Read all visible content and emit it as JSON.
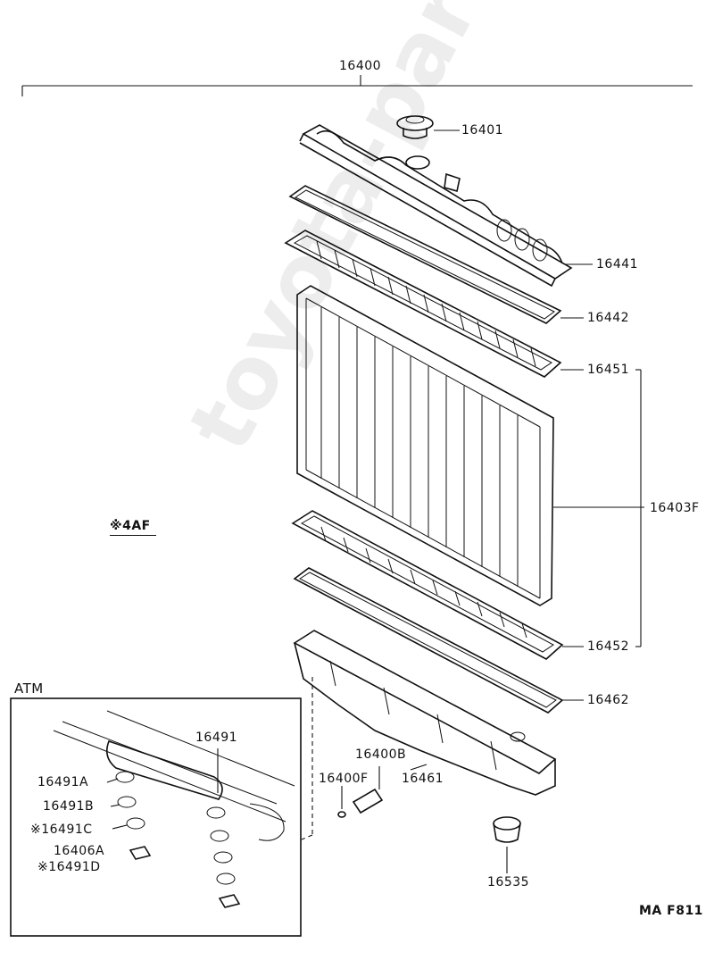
{
  "watermark": "toyota-parts.ru",
  "labels": {
    "assembly": "16400",
    "cap": "16401",
    "upper_tank": "16441",
    "upper_gasket": "16442",
    "upper_plate": "16451",
    "core": "16403F",
    "lower_plate": "16452",
    "lower_gasket": "16462",
    "lower_tank": "16461",
    "drain_cock": "16400B",
    "drain_oring": "16400F",
    "drain_plug": "16535",
    "note_4af": "※4AF",
    "inset_title": "ATM",
    "oil_cooler": "16491",
    "oc_a": "16491A",
    "oc_b": "16491B",
    "oc_c": "※16491C",
    "oc_nut": "16406A",
    "oc_d": "※16491D",
    "figure_code": "MA F811"
  }
}
